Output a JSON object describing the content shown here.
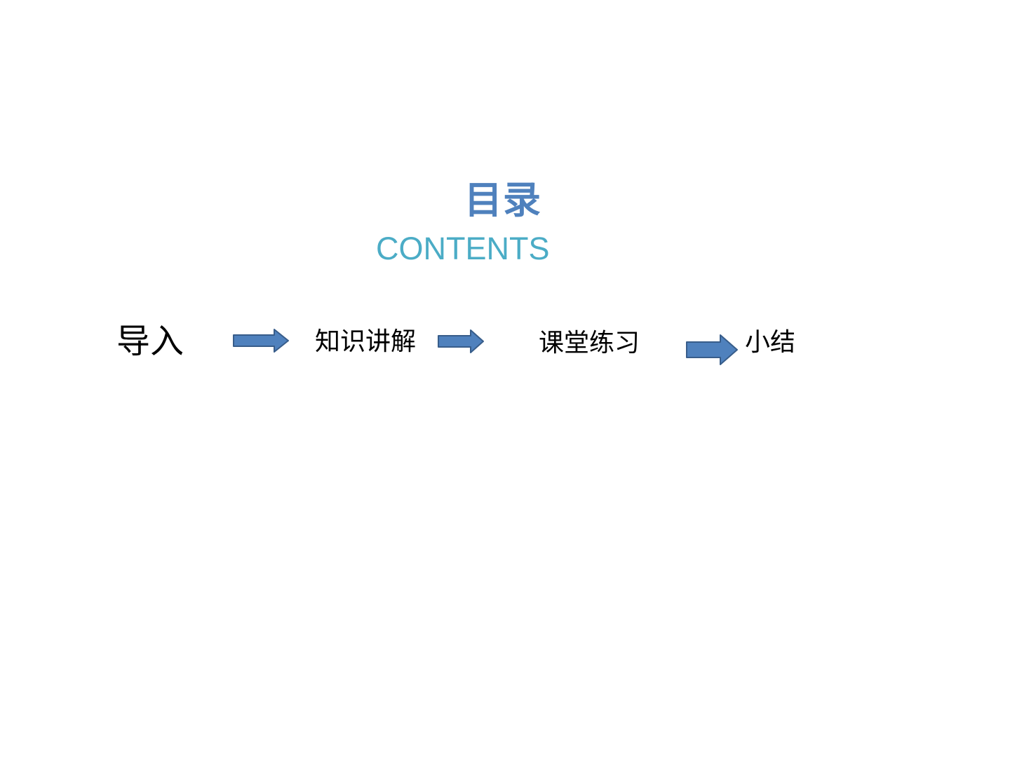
{
  "slide": {
    "title": "目录",
    "subtitle": "CONTENTS",
    "steps": [
      {
        "label": "导入"
      },
      {
        "label": "知识讲解"
      },
      {
        "label": "课堂练习"
      },
      {
        "label": "小结"
      }
    ],
    "arrow_icon": "right-arrow-icon",
    "colors": {
      "title": "#4f81bd",
      "subtitle": "#4bacc6",
      "arrow_fill": "#4f81bd",
      "arrow_stroke": "#385d8a",
      "step_text": "#000000"
    }
  }
}
